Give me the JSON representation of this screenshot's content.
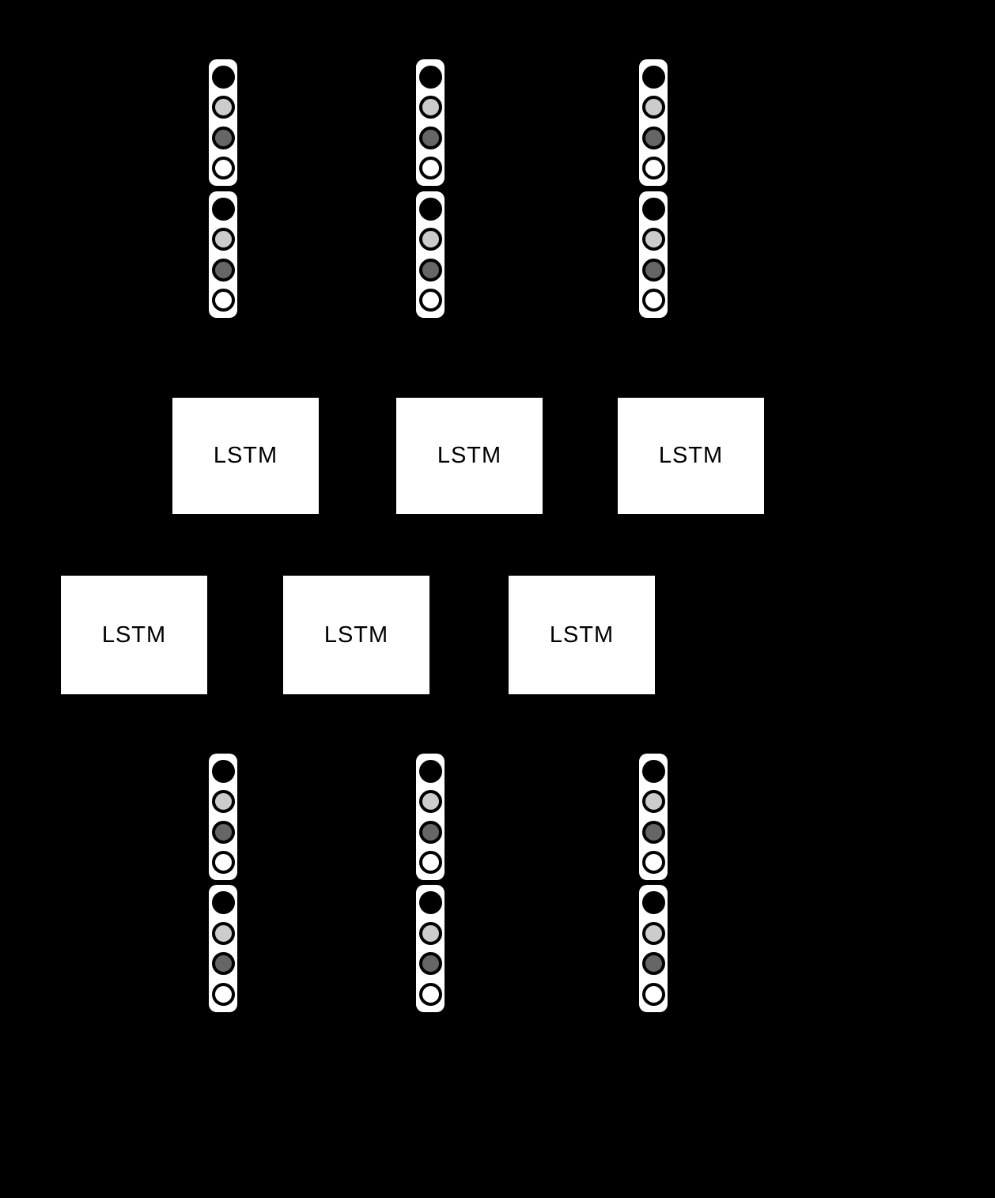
{
  "diagram": {
    "colors": {
      "background": "#000000",
      "node_fill": "#ffffff",
      "text": "#000000",
      "circle_stroke": "#000000"
    },
    "lstm": {
      "upper_row_labels": [
        "LSTM",
        "LSTM",
        "LSTM"
      ],
      "lower_row_labels": [
        "LSTM",
        "LSTM",
        "LSTM"
      ]
    },
    "vector_capsules": {
      "top_columns": 3,
      "bottom_columns": 3,
      "capsules_per_column": 2,
      "circles_per_capsule": 4,
      "circle_colors": [
        {
          "name": "black",
          "hex": "#000000"
        },
        {
          "name": "light-gray",
          "hex": "#cccccc"
        },
        {
          "name": "dark-gray",
          "hex": "#666666"
        },
        {
          "name": "white",
          "hex": "#ffffff"
        }
      ]
    }
  }
}
